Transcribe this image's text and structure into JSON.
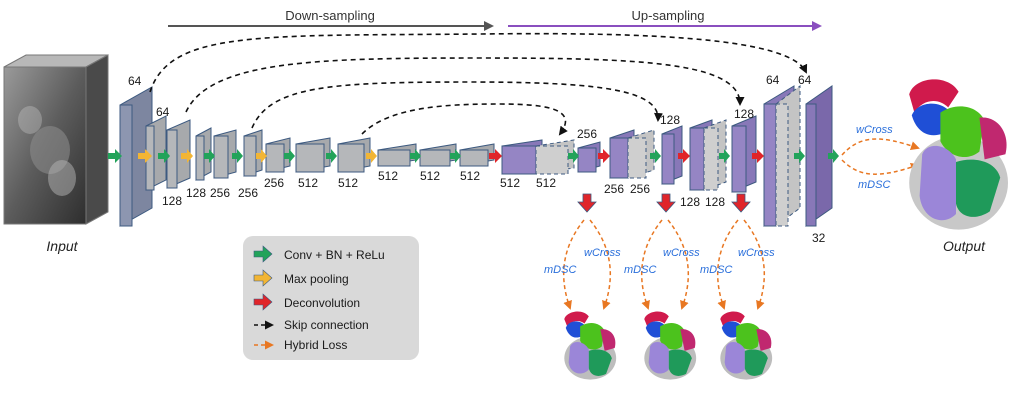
{
  "headers": {
    "down": "Down-sampling",
    "up": "Up-sampling"
  },
  "captions": {
    "input": "Input",
    "output": "Output"
  },
  "channel_labels": {
    "enc": [
      "64",
      "64",
      "128",
      "128",
      "256",
      "256",
      "256",
      "512",
      "512",
      "512",
      "512",
      "512",
      "512",
      "512"
    ],
    "dec": [
      "256",
      "256",
      "256",
      "128",
      "128",
      "128",
      "128",
      "64",
      "64",
      "32"
    ]
  },
  "loss_labels": {
    "wcross": "wCross",
    "mdsc": "mDSC"
  },
  "legend": {
    "items": [
      {
        "key": "conv",
        "label": "Conv + BN + ReLu"
      },
      {
        "key": "pool",
        "label": "Max pooling"
      },
      {
        "key": "deconv",
        "label": "Deconvolution"
      },
      {
        "key": "skip",
        "label": "Skip connection"
      },
      {
        "key": "hybrid",
        "label": "Hybrid Loss"
      }
    ]
  },
  "colors": {
    "encoder_block": "#a7a9ac",
    "decoder_block": "#8878b8",
    "block_edge": "#3d5a80",
    "conv_arrow": "#22a35a",
    "pool_arrow": "#f2b534",
    "deconv_arrow": "#e0252a",
    "skip": "#111111",
    "hybrid": "#e87722",
    "loss_text": "#2a6fdb",
    "down_arrow": "#555555",
    "up_arrow": "#8a4fbf",
    "legend_bg": "#d9d9d9"
  }
}
